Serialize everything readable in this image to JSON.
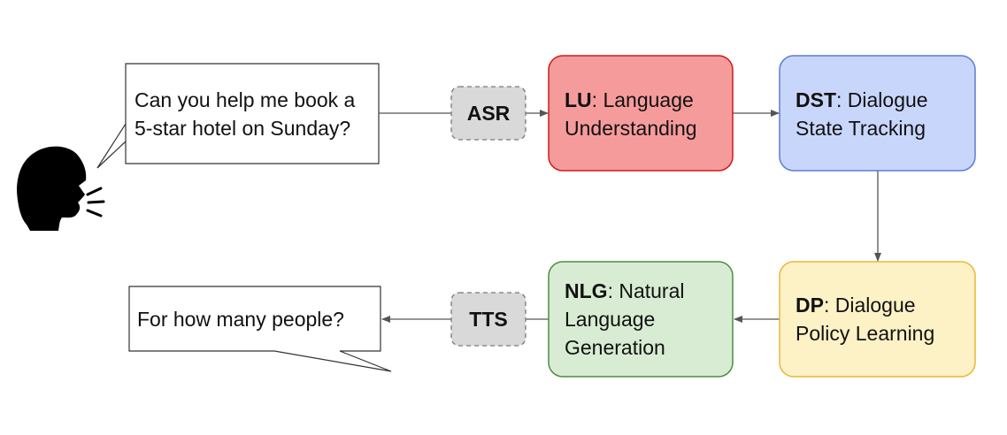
{
  "user_utterance": "Can you help me book a 5-star hotel on Sunday?",
  "system_utterance": "For how many people?",
  "asr": {
    "label": "ASR"
  },
  "tts": {
    "label": "TTS"
  },
  "lu": {
    "abbr": "LU",
    "rest": ": Language Understanding",
    "color": "#f69b9b",
    "border": "#d11a1a"
  },
  "dst": {
    "abbr": "DST",
    "rest": ": Dialogue State Tracking",
    "color": "#c9d6fc",
    "border": "#5b7bd5"
  },
  "dp": {
    "abbr": "DP",
    "rest": ": Dialogue Policy Learning",
    "color": "#fdf1c6",
    "border": "#e8b838"
  },
  "nlg": {
    "abbr": "NLG",
    "rest": ": Natural Language Generation",
    "color": "#d8ecd3",
    "border": "#4f8d3c"
  },
  "icons": {
    "speaker": "speaking-head-icon"
  }
}
